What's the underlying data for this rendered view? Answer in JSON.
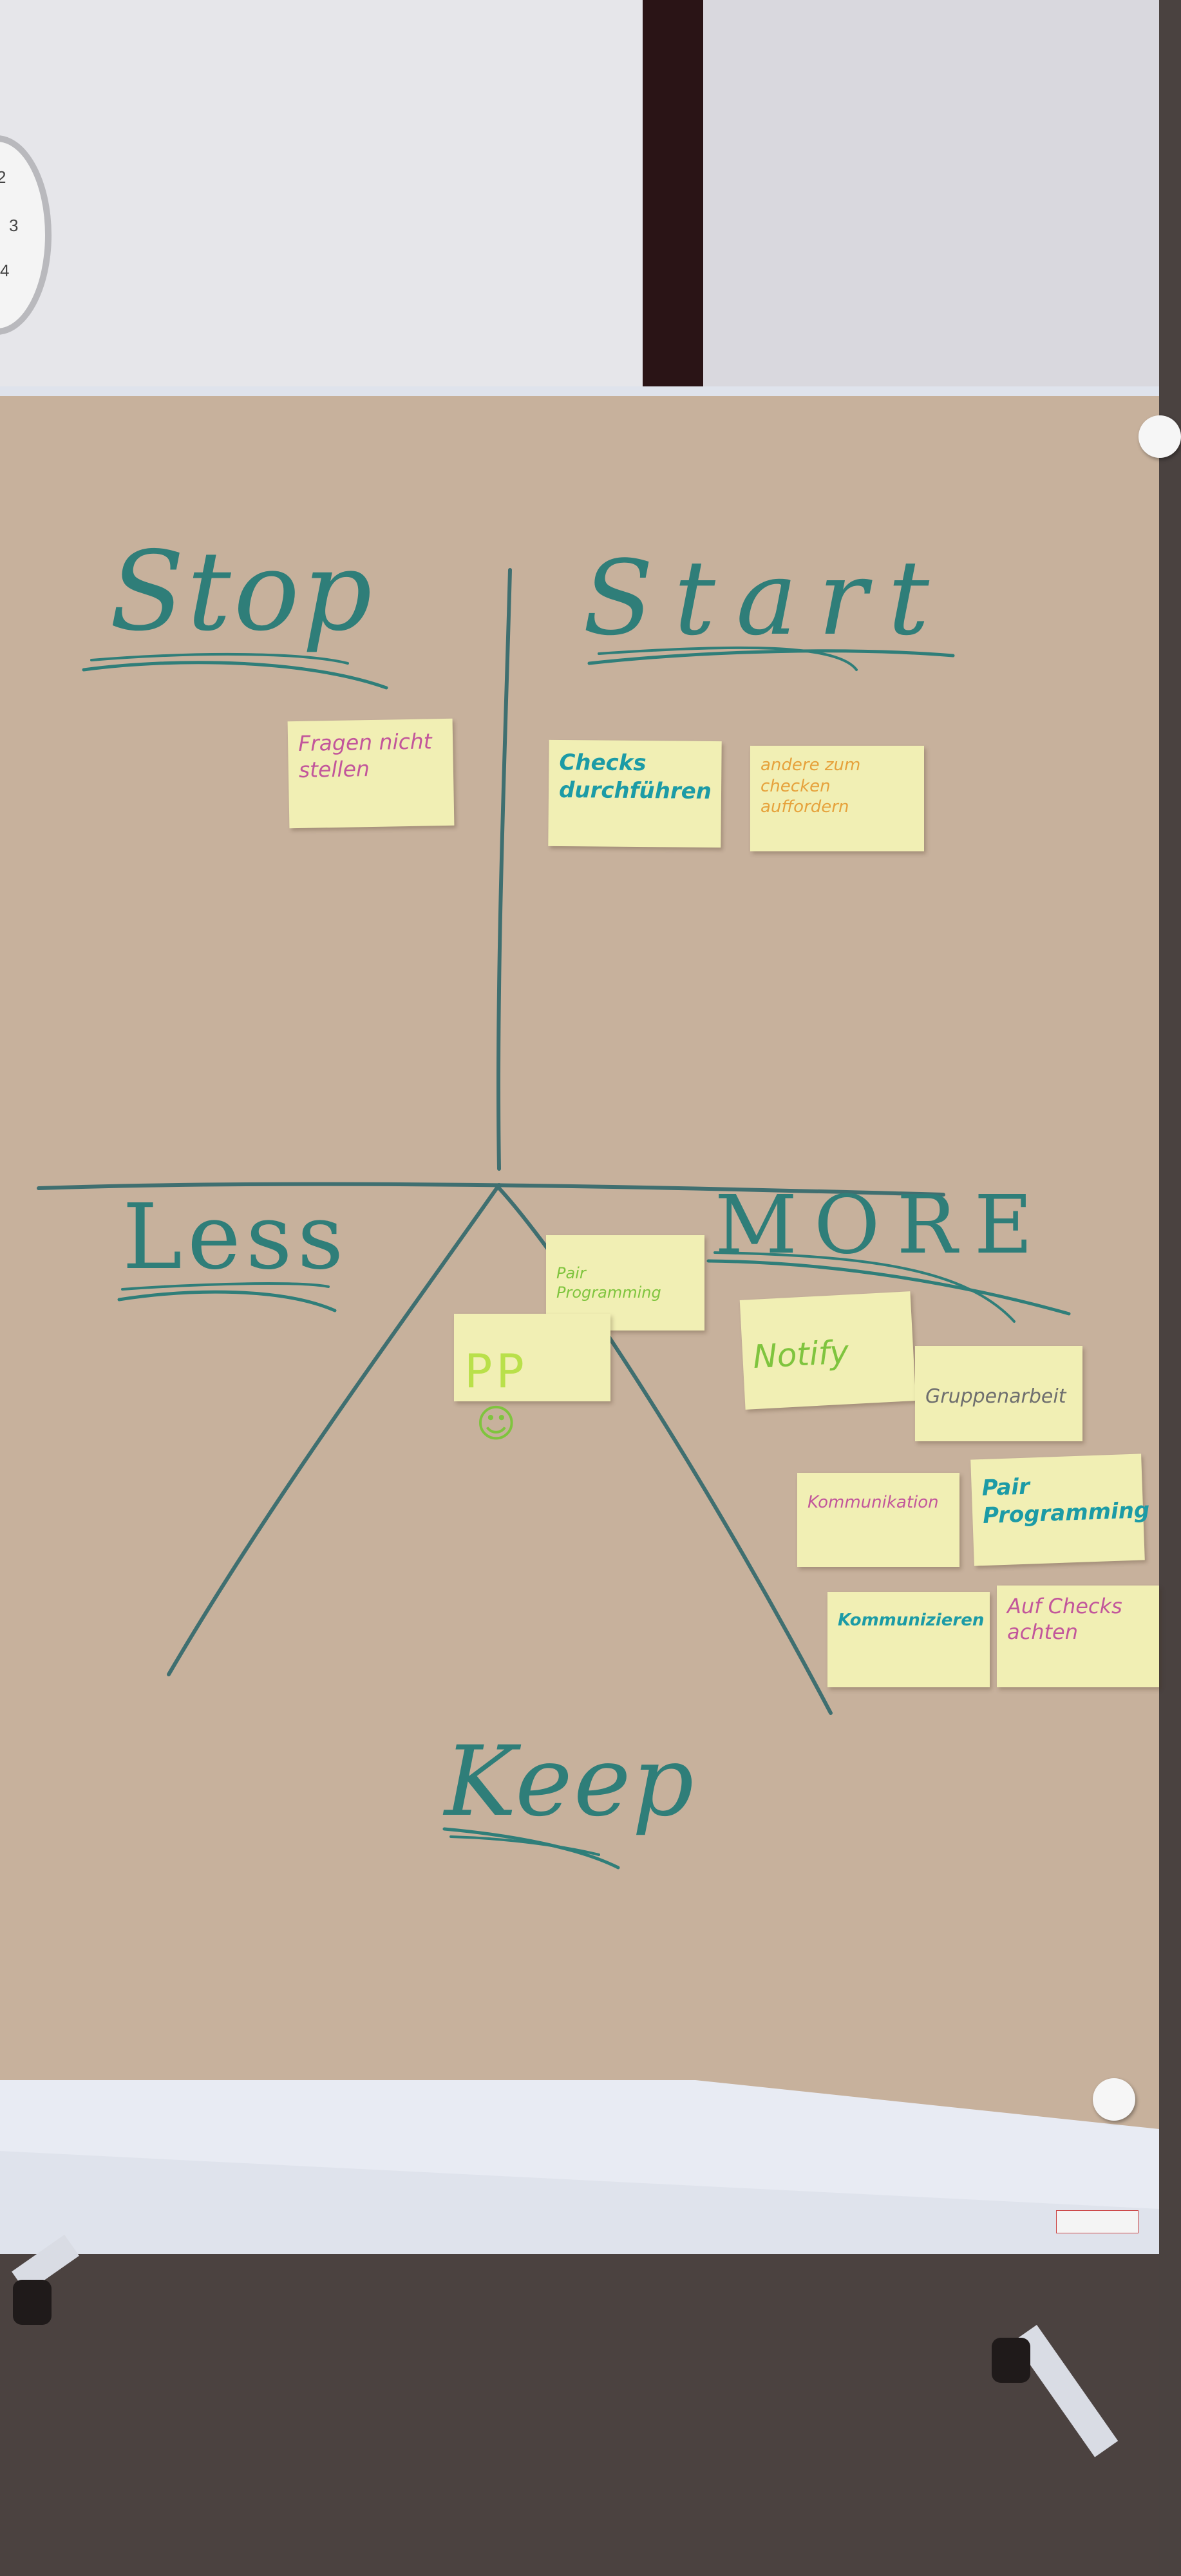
{
  "clock": {
    "digits": [
      "2",
      "3",
      "4"
    ]
  },
  "retro": {
    "headings": {
      "stop": "Stop",
      "start": "Start",
      "less": "Less",
      "more": "MORE",
      "keep": "Keep"
    },
    "notes": {
      "stop_fragen": "Fragen nicht\nstellen",
      "start_checks": "Checks\ndurchführen",
      "start_andere": "andere zum\nchecken\nauffordern",
      "pair_programming_small": "Pair Programming",
      "pp": "PP",
      "pp_smiley": "☺",
      "notify": "Notify",
      "gruppenarbeit": "Gruppenarbeit",
      "kommunikation": "Kommunikation",
      "pair_programming": "Pair\nProgramming",
      "kommunizieren": "Kommunizieren",
      "auf_checks_achten": "Auf Checks\nachten"
    },
    "colors": {
      "marker_teal": "#2f7e79",
      "note_yellow": "#f1efb4",
      "ink_pink": "#c2569b",
      "ink_green": "#7fc43e",
      "ink_orange": "#e6a23c",
      "ink_teal": "#1c9ba6",
      "ink_gray": "#6e6e6e"
    }
  }
}
